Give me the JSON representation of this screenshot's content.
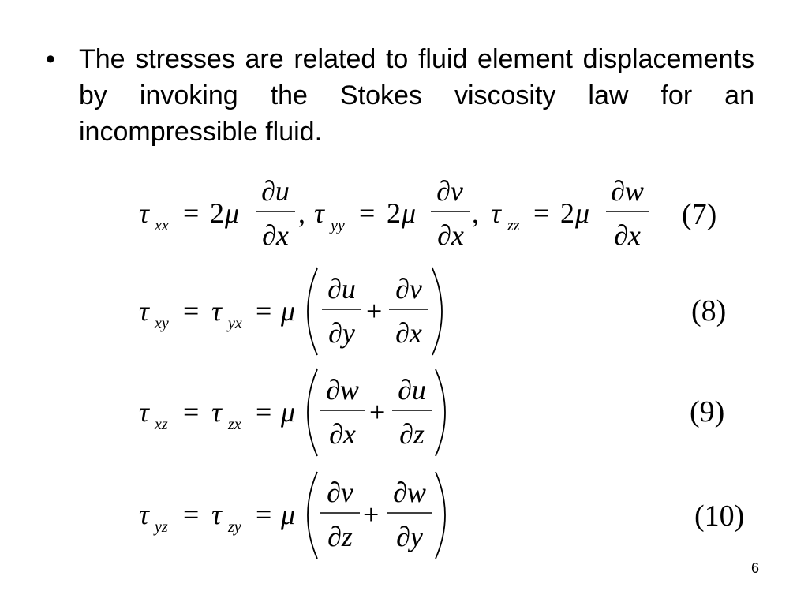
{
  "slide": {
    "bullet_symbol": "•",
    "bullet_text": "The stresses are related to fluid element displacements by invoking the Stokes viscosity law for an incompressible fluid.",
    "page_number": "6"
  },
  "equations": [
    {
      "number": "(7)",
      "terms": [
        {
          "tau_sub": "xx",
          "num": "∂u",
          "den": "∂x"
        },
        {
          "tau_sub": "yy",
          "num": "∂v",
          "den": "∂x"
        },
        {
          "tau_sub": "zz",
          "num": "∂w",
          "den": "∂x"
        }
      ]
    },
    {
      "number": "(8)",
      "lhs_sub": "xy",
      "mid_sub": "yx",
      "frac1": {
        "num": "∂u",
        "den": "∂y"
      },
      "frac2": {
        "num": "∂v",
        "den": "∂x"
      }
    },
    {
      "number": "(9)",
      "lhs_sub": "xz",
      "mid_sub": "zx",
      "frac1": {
        "num": "∂w",
        "den": "∂x"
      },
      "frac2": {
        "num": "∂u",
        "den": "∂z"
      }
    },
    {
      "number": "(10)",
      "lhs_sub": "yz",
      "mid_sub": "zy",
      "frac1": {
        "num": "∂v",
        "den": "∂z"
      },
      "frac2": {
        "num": "∂w",
        "den": "∂y"
      }
    }
  ]
}
